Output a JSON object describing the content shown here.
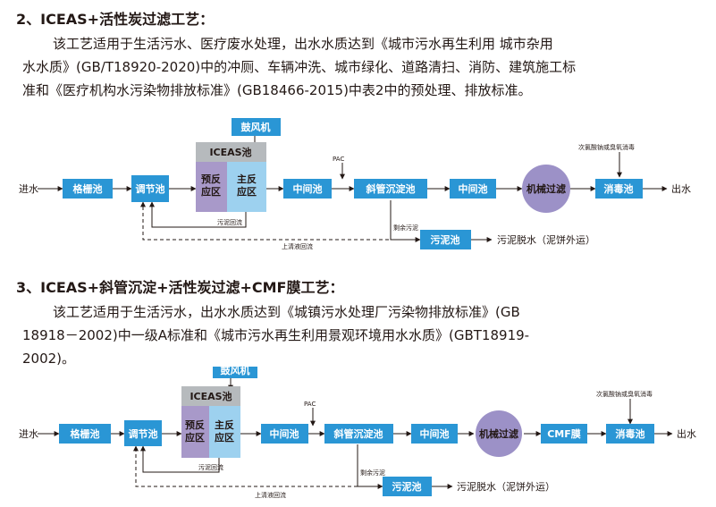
{
  "colors": {
    "process_box": "#2a96d5",
    "iceas_header": "#b6babd",
    "pre_reaction": "#a899c9",
    "main_reaction": "#9dd1ef",
    "filter_circle": "#9c91c7",
    "line": "#231815"
  },
  "section2": {
    "heading": "2、ICEAS+活性炭过滤工艺：",
    "para_lines": [
      "该工艺适用于生活污水、医疗废水处理，出水水质达到《城市污水再生利用 城市杂用",
      "水水质》(GB/T18920-2020)中的冲厕、车辆冲洗、城市绿化、道路清扫、消防、建筑施工标",
      "准和《医疗机构水污染物排放标准》(GB18466-2015)中表2中的预处理、排放标准。"
    ],
    "diagram": {
      "inlet": "进水",
      "outlet": "出水",
      "blower": "鼓风机",
      "iceas": "ICEAS池",
      "pre_lines": [
        "预反",
        "应区"
      ],
      "main_lines": [
        "主反",
        "应区"
      ],
      "pac": "PAC",
      "sludge_return": "污泥回流",
      "residual_sludge": "剩余污泥",
      "supernatant_return": "上清液回流",
      "dewatering": "污泥脱水（泥饼外运）",
      "disinfectant": "次氯酸钠或臭氧消毒",
      "filter": "机械过滤",
      "boxes": {
        "grille": "格栅池",
        "regulating": "调节池",
        "intermediate1": "中间池",
        "settling": "斜管沉淀池",
        "intermediate2": "中间池",
        "disinfection": "消毒池",
        "sludge": "污泥池"
      }
    }
  },
  "section3": {
    "heading": "3、ICEAS+斜管沉淀+活性炭过滤+CMF膜工艺：",
    "para_lines": [
      "该工艺适用于生活污水，出水水质达到《城镇污水处理厂污染物排放标准》(GB",
      "18918－2002)中一级A标准和《城市污水再生利用景观环境用水水质》(GBT18919-",
      "2002)。"
    ],
    "diagram": {
      "inlet": "进水",
      "outlet": "出水",
      "blower": "鼓风机",
      "iceas": "ICEAS池",
      "pre_lines": [
        "预反",
        "应区"
      ],
      "main_lines": [
        "主反",
        "应区"
      ],
      "pac": "PAC",
      "sludge_return": "污泥回流",
      "residual_sludge": "剩余污泥",
      "supernatant_return": "上清液回流",
      "dewatering": "污泥脱水（泥饼外运）",
      "disinfectant": "次氯酸钠或臭氧消毒",
      "filter": "机械过滤",
      "boxes": {
        "grille": "格栅池",
        "regulating": "调节池",
        "intermediate1": "中间池",
        "settling": "斜管沉淀池",
        "intermediate2": "中间池",
        "cmf": "CMF膜",
        "disinfection": "消毒池",
        "sludge": "污泥池"
      }
    }
  }
}
